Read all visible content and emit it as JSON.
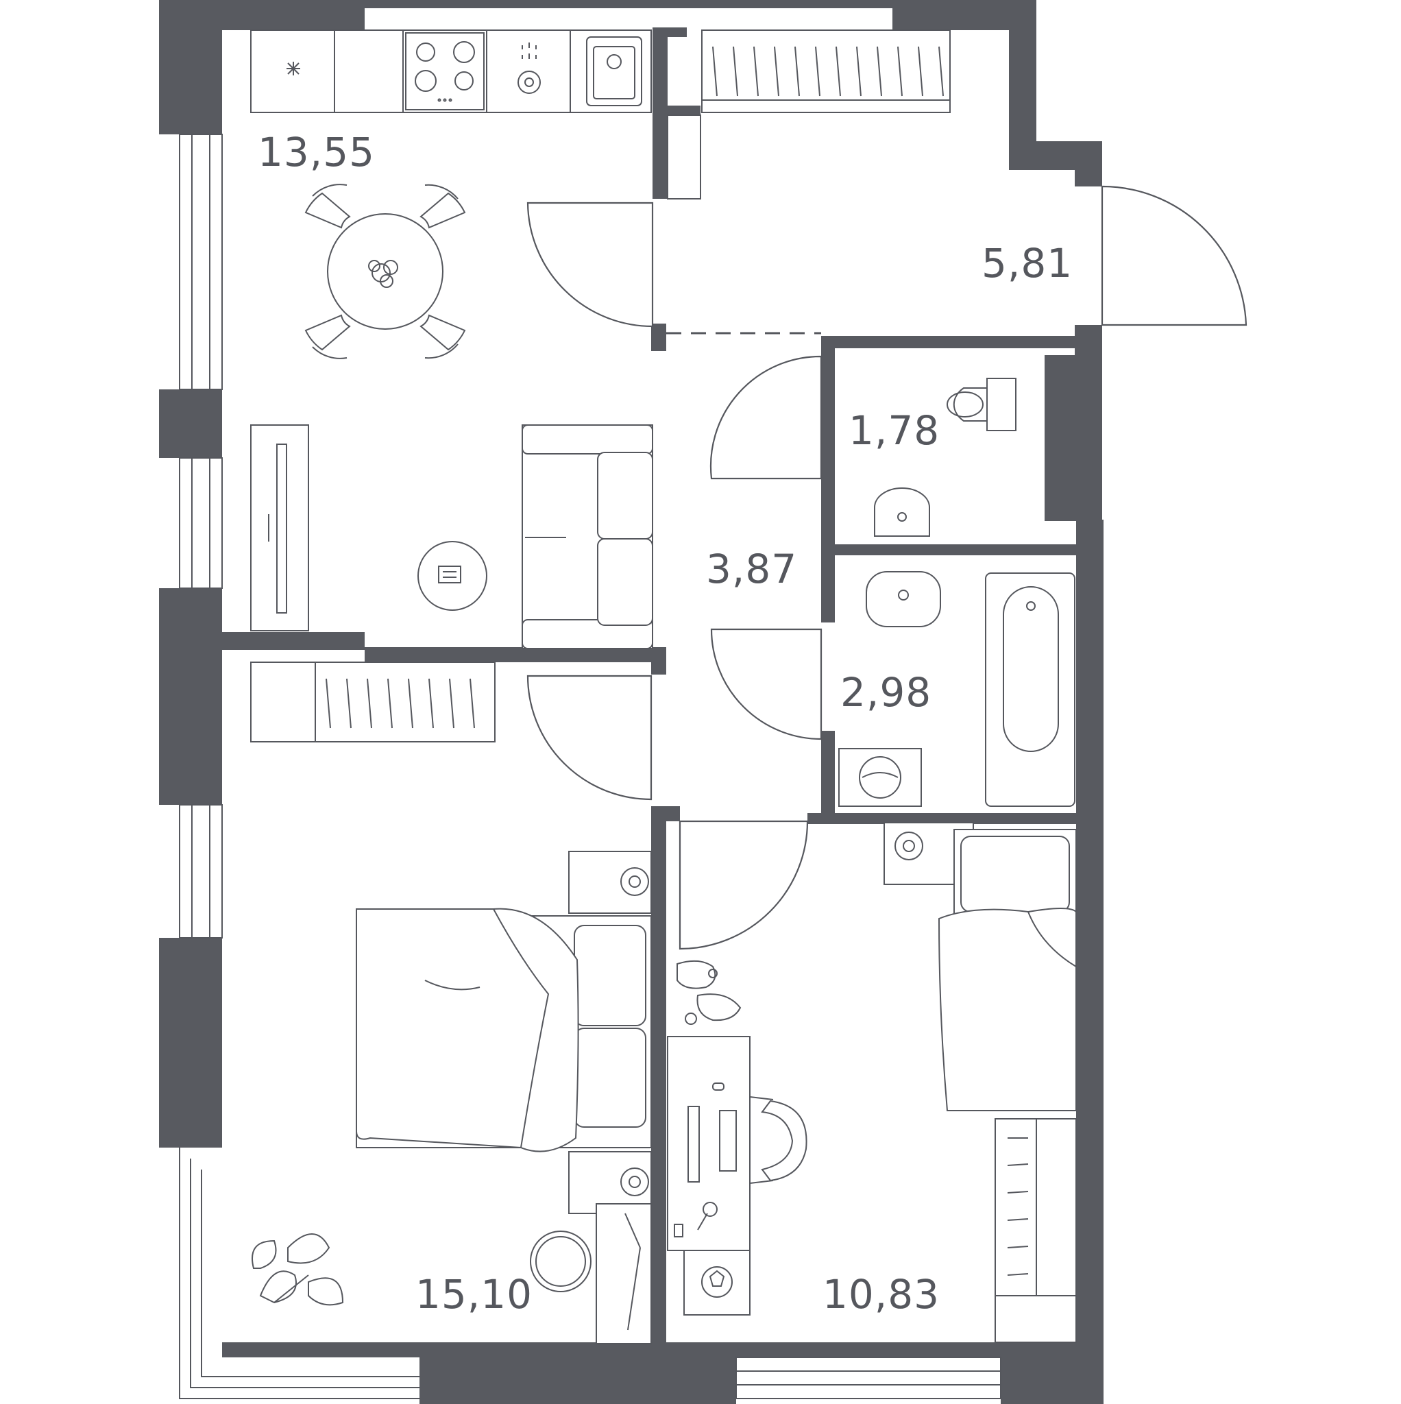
{
  "plan": {
    "rooms": [
      {
        "id": "kitchen-living",
        "area": "13,55"
      },
      {
        "id": "hallway-entry",
        "area": "5,81"
      },
      {
        "id": "toilet",
        "area": "1,78"
      },
      {
        "id": "corridor",
        "area": "3,87"
      },
      {
        "id": "bathroom",
        "area": "2,98"
      },
      {
        "id": "bedroom",
        "area": "15,10"
      },
      {
        "id": "kids-room",
        "area": "10,83"
      }
    ],
    "colors": {
      "wall": "#585a60",
      "line": "#55575d",
      "background": "#ffffff"
    }
  }
}
